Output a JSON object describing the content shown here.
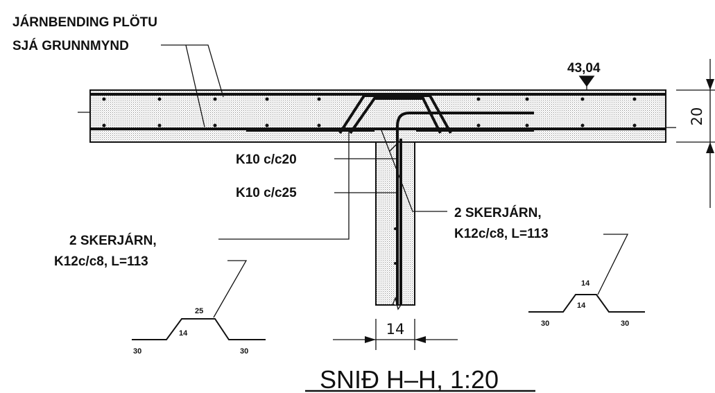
{
  "labels": {
    "slab_reinforcement_line1": "JÁRNBENDING PLÖTU",
    "slab_reinforcement_line2": "SJÁ GRUNNMYND",
    "elevation": "43,04",
    "slab_thickness": "20",
    "bar_k10_c20": "K10 c/c20",
    "bar_k10_c25": "K10 c/c25",
    "shear_right_line1": "2 SKERJÁRN,",
    "shear_right_line2": "K12c/c8, L=113",
    "shear_left_line1": "2 SKERJÁRN,",
    "shear_left_line2": "K12c/c8, L=113",
    "wall_thickness": "14",
    "title": "SNIÐ H–H, 1:20"
  },
  "bar_shape_left": {
    "leg_left": "30",
    "rise": "14",
    "top": "25",
    "leg_right": "30"
  },
  "bar_shape_right": {
    "leg_left": "30",
    "rise": "14",
    "top": "14",
    "leg_right": "30"
  },
  "colors": {
    "ink": "#111111",
    "concrete_fill": "#d9d9d9",
    "background": "#ffffff"
  }
}
